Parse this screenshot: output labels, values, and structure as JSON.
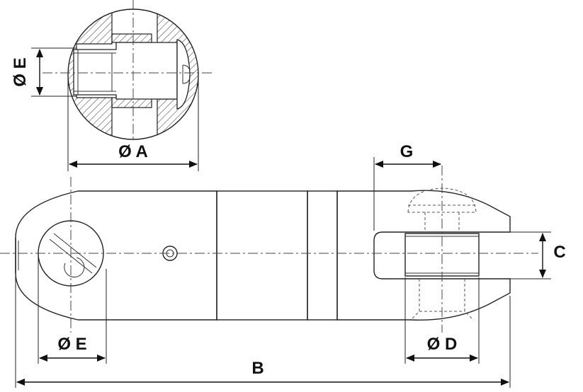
{
  "labels": {
    "dia_e_top": "Ø E",
    "dia_a": "Ø A",
    "g": "G",
    "c": "C",
    "dia_e_bottom": "Ø E",
    "dia_d": "Ø D",
    "b": "B"
  },
  "colors": {
    "line": "#222222",
    "background": "#ffffff"
  }
}
